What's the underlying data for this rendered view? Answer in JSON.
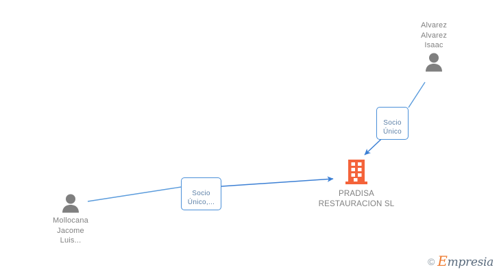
{
  "diagram": {
    "type": "corporate-shareholder-graph",
    "background_color": "#ffffff",
    "company": {
      "name": "PRADISA\nRESTAURACION SL",
      "icon": "building-icon",
      "icon_color": "#f4633a",
      "label_color": "#808080"
    },
    "shareholders": [
      {
        "id": "alvarez-alvarez-isaac",
        "name": "Alvarez\nAlvarez\nIsaac",
        "icon": "person-icon",
        "icon_color": "#7f7f7f",
        "label_position": "top"
      },
      {
        "id": "mollocana-jacome-luis",
        "name": "Mollocana\nJacome\nLuis...",
        "icon": "person-icon",
        "icon_color": "#7f7f7f",
        "label_position": "bottom"
      }
    ],
    "relations": [
      {
        "id": "relation-alvarez",
        "label": "Socio\nÚnico",
        "from": "alvarez-alvarez-isaac",
        "to": "company",
        "edge_color": "#4a8fd8"
      },
      {
        "id": "relation-mollocana",
        "label": "Socio\nÚnico,...",
        "from": "mollocana-jacome-luis",
        "to": "company",
        "edge_color": "#4a8fd8"
      }
    ]
  },
  "watermark": {
    "copyright": "©",
    "initial": "E",
    "rest": "mpresia",
    "initial_color": "#ee7a2f",
    "text_color": "#5a6b7d"
  }
}
